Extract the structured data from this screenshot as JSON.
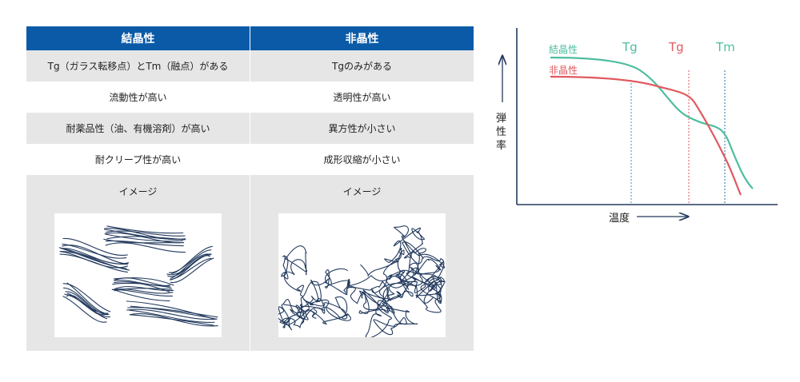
{
  "table": {
    "headers": [
      "結晶性",
      "非晶性"
    ],
    "rows": [
      [
        "Tg（ガラス転移点）とTm（融点）がある",
        "Tgのみがある"
      ],
      [
        "流動性が高い",
        "透明性が高い"
      ],
      [
        "耐薬品性（油、有機溶剤）が高い",
        "異方性が小さい"
      ],
      [
        "耐クリープ性が高い",
        "成形収縮が小さい"
      ]
    ],
    "image_label": "イメージ"
  },
  "graph": {
    "y_label": [
      "弾",
      "性",
      "率"
    ],
    "x_label": "温度",
    "crystalline_label": "結晶性",
    "amorphous_label": "非晶性",
    "tg_label": "Tg",
    "tm_label": "Tm",
    "colors": {
      "crystalline": "#4dbd9f",
      "amorphous": "#e05a60",
      "tg_crystalline": "#3a95c9",
      "tg_amorphous": "#e05a60",
      "tm": "#2a6fa3",
      "axis": "#233a5e",
      "header": "#0a5aa8"
    }
  }
}
